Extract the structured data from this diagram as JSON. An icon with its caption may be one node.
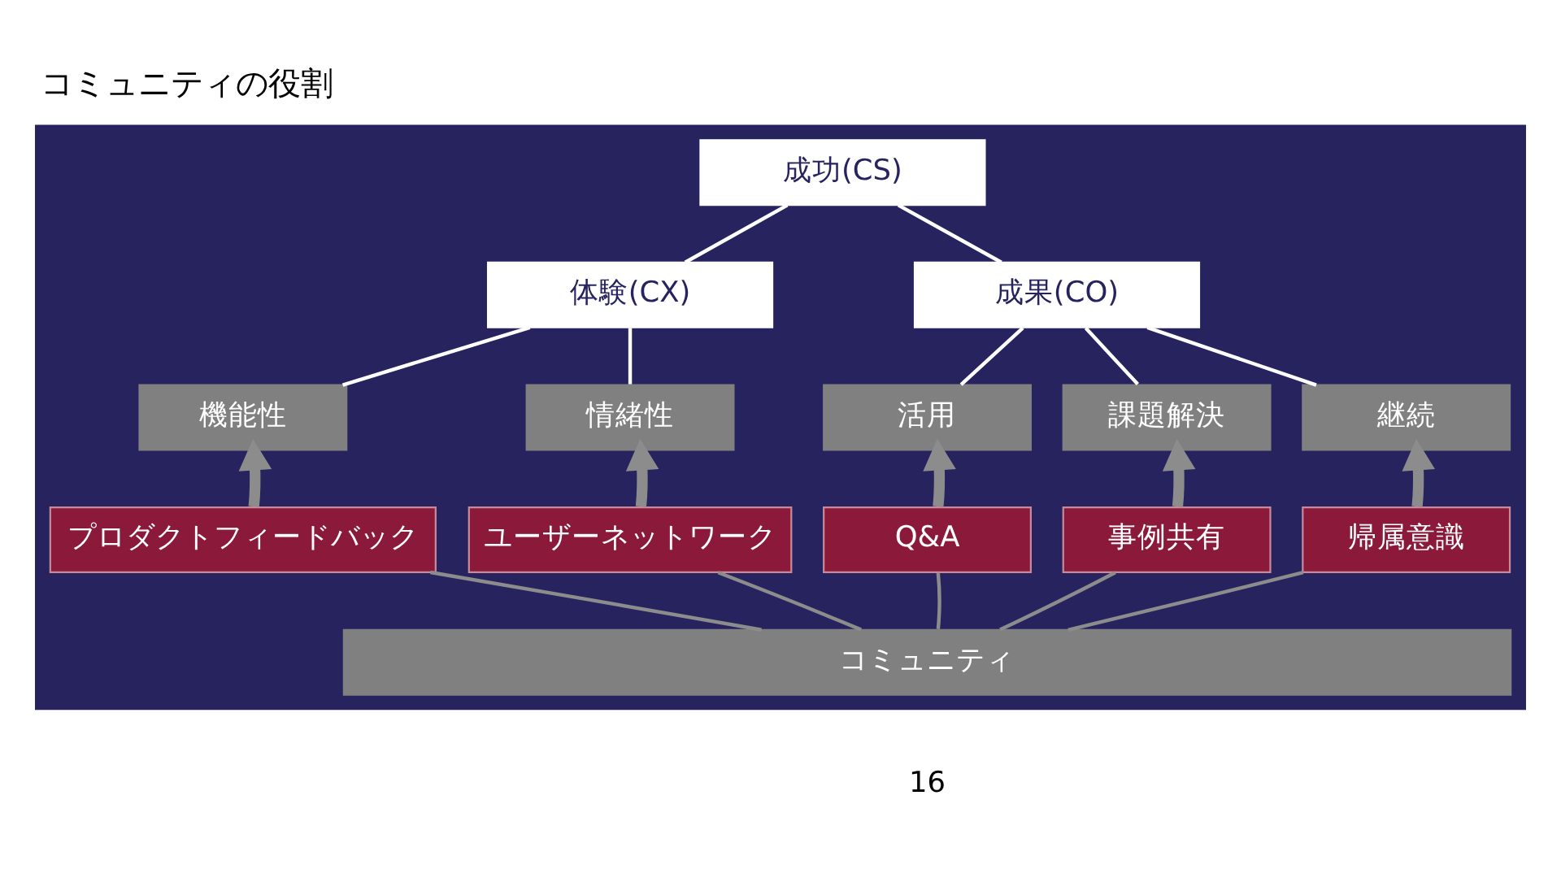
{
  "diagram": {
    "title": "コミュニティの役割",
    "nodes": [
      {
        "text": [],
        "shape": "box"
      },
      {
        "text": [
          "成功(CS)"
        ],
        "in": 0
      },
      {
        "text": [
          "体験(CX)"
        ],
        "in": 0
      },
      {
        "text": [
          "成果(CO)"
        ],
        "in": 0
      },
      {
        "text": [
          "機能性"
        ],
        "in": 0
      },
      {
        "text": [
          "情緒性"
        ],
        "in": 0
      },
      {
        "text": [
          "活用"
        ],
        "in": 0
      },
      {
        "text": [
          "課題解決"
        ],
        "in": 0
      },
      {
        "text": [
          "継続"
        ],
        "in": 0
      },
      {
        "text": [
          "プロダクトフィードバック"
        ],
        "in": 0
      },
      {
        "text": [
          "ユーザーネットワーク"
        ],
        "in": 0
      },
      {
        "text": [
          "Q&A"
        ],
        "in": 0
      },
      {
        "text": [
          "事例共有"
        ],
        "in": 0
      },
      {
        "text": [
          "帰属意識"
        ],
        "in": 0
      },
      {
        "text": [
          "コミュニティ"
        ],
        "in": 0
      }
    ],
    "edges": [
      {
        "from": 1,
        "to": 2,
        "arrow": "none",
        "color": "#ffffff"
      },
      {
        "from": 1,
        "to": 3,
        "arrow": "none",
        "color": "#ffffff"
      },
      {
        "from": 2,
        "to": 4,
        "arrow": "none",
        "color": "#ffffff"
      },
      {
        "from": 2,
        "to": 5,
        "arrow": "none",
        "color": "#ffffff"
      },
      {
        "from": 3,
        "to": 6,
        "arrow": "none",
        "color": "#ffffff"
      },
      {
        "from": 3,
        "to": 7,
        "arrow": "none",
        "color": "#ffffff"
      },
      {
        "from": 3,
        "to": 8,
        "arrow": "none",
        "color": "#ffffff"
      },
      {
        "from": 9,
        "to": 4,
        "arrow": "to",
        "style": "thick"
      },
      {
        "from": 10,
        "to": 5,
        "arrow": "to",
        "style": "thick"
      },
      {
        "from": 11,
        "to": 6,
        "arrow": "to",
        "style": "thick"
      },
      {
        "from": 12,
        "to": 7,
        "arrow": "to",
        "style": "thick"
      },
      {
        "from": 13,
        "to": 8,
        "arrow": "to",
        "style": "thick"
      },
      {
        "from": 14,
        "to": 9,
        "arrow": "none"
      },
      {
        "from": 14,
        "to": 10,
        "arrow": "none"
      },
      {
        "from": 14,
        "to": 11,
        "arrow": "none"
      },
      {
        "from": 14,
        "to": 12,
        "arrow": "none"
      },
      {
        "from": 14,
        "to": 13,
        "arrow": "none"
      }
    ],
    "labels": [
      "16"
    ]
  }
}
